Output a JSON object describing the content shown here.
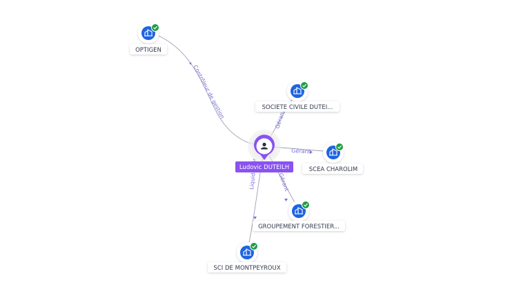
{
  "colors": {
    "edge": "#9a9fb0",
    "edge_label": "#7a6fd9",
    "company_icon": "#1e64e0",
    "check_badge": "#1f9d45",
    "person": "#8a52f0"
  },
  "center": {
    "name": "Ludovic DUTEILH",
    "icon": "person-icon"
  },
  "companies": [
    {
      "id": "optigen",
      "name": "OPTIGEN",
      "icon": "company-icon",
      "verified": true
    },
    {
      "id": "societe-civile",
      "name": "SOCIETE CIVILE DUTEI...",
      "icon": "company-icon",
      "verified": true
    },
    {
      "id": "scea",
      "name": "SCEA CHAROLIM",
      "icon": "company-icon",
      "verified": true
    },
    {
      "id": "groupement",
      "name": "GROUPEMENT FORESTIER...",
      "icon": "company-icon",
      "verified": true
    },
    {
      "id": "sci",
      "name": "SCI DE MONTPEYROUX",
      "icon": "company-icon",
      "verified": true
    }
  ],
  "relations": [
    {
      "to": "optigen",
      "label": "Contrôleur de gestion"
    },
    {
      "to": "societe-civile",
      "label": "Gérant"
    },
    {
      "to": "scea",
      "label": "Gérant"
    },
    {
      "to": "groupement",
      "label": "Gérant"
    },
    {
      "to": "sci",
      "label": "Liquidateur"
    }
  ]
}
